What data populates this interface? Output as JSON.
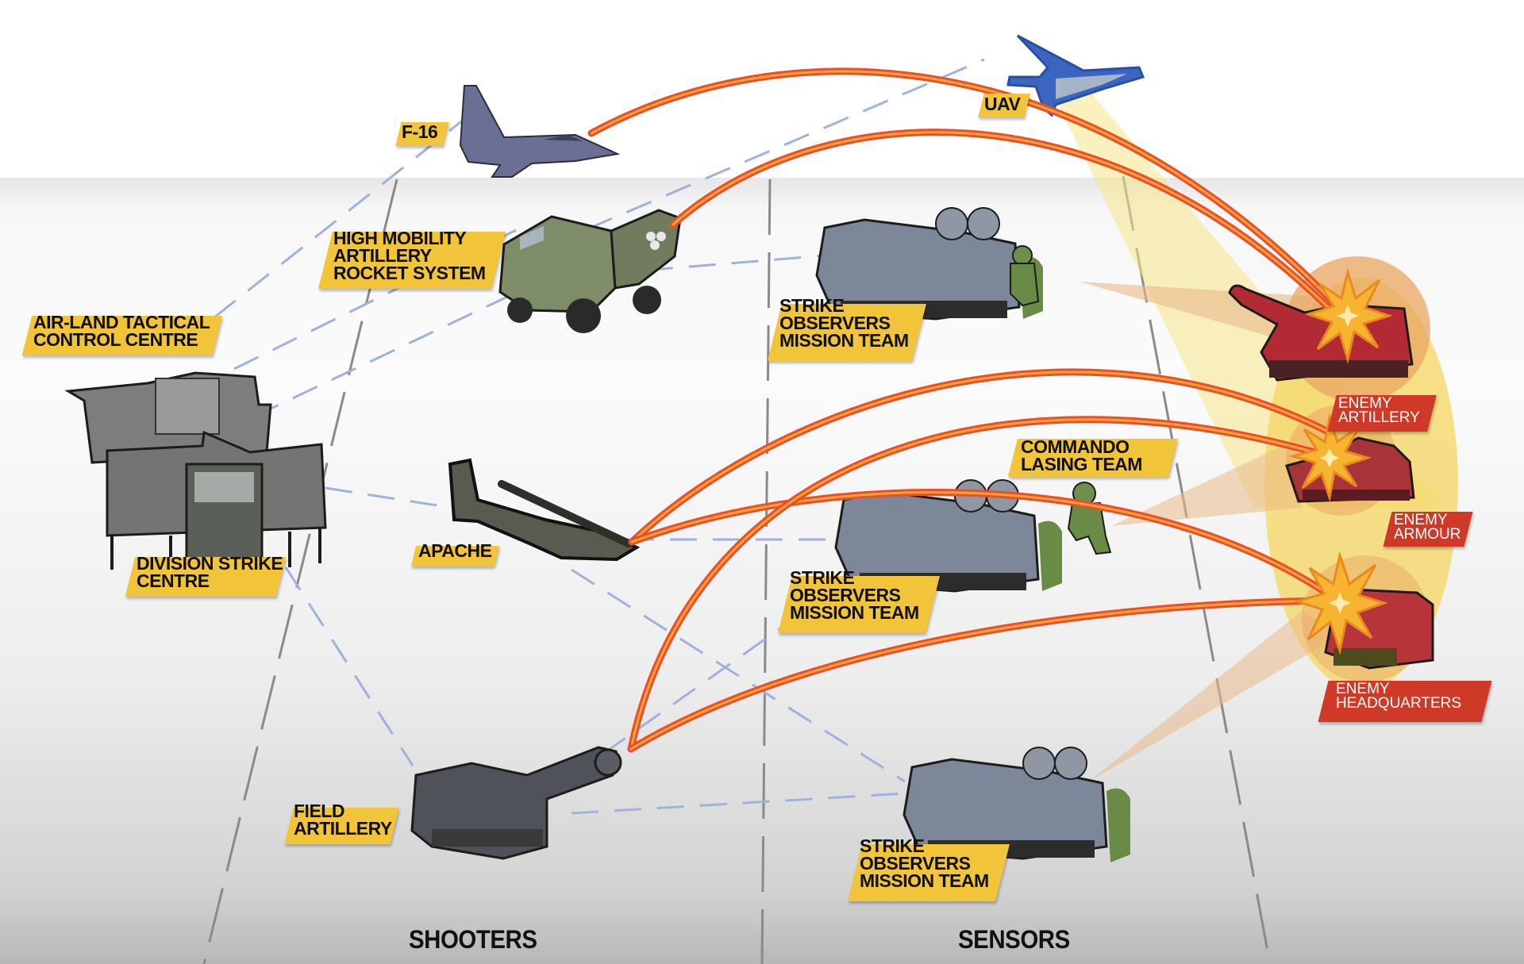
{
  "diagram": {
    "columns": [
      {
        "id": "shooters",
        "label": "SHOOTERS"
      },
      {
        "id": "sensors",
        "label": "SENSORS"
      }
    ],
    "command_nodes": [
      {
        "id": "altcc",
        "label": "AIR-LAND TACTICAL\nCONTROL CENTRE"
      },
      {
        "id": "dsc",
        "label": "DIVISION STRIKE\nCENTRE"
      }
    ],
    "shooters": [
      {
        "id": "f16",
        "label": "F-16"
      },
      {
        "id": "himars",
        "label": "HIGH MOBILITY\nARTILLERY\nROCKET SYSTEM"
      },
      {
        "id": "apache",
        "label": "APACHE"
      },
      {
        "id": "field_artillery",
        "label": "FIELD\nARTILLERY"
      }
    ],
    "sensors": [
      {
        "id": "uav",
        "label": "UAV"
      },
      {
        "id": "somt1",
        "label": "STRIKE\nOBSERVERS\nMISSION TEAM"
      },
      {
        "id": "commando",
        "label": "COMMANDO\nLASING TEAM"
      },
      {
        "id": "somt2",
        "label": "STRIKE\nOBSERVERS\nMISSION TEAM"
      },
      {
        "id": "somt3",
        "label": "STRIKE\nOBSERVERS\nMISSION TEAM"
      }
    ],
    "targets": [
      {
        "id": "enemy_artillery",
        "label": "ENEMY\nARTILLERY"
      },
      {
        "id": "enemy_armour",
        "label": "ENEMY\nARMOUR"
      },
      {
        "id": "enemy_hq",
        "label": "ENEMY\nHEADQUARTERS"
      }
    ],
    "strike_links": [
      {
        "from": "f16",
        "to": "enemy_artillery"
      },
      {
        "from": "himars",
        "to": "enemy_artillery"
      },
      {
        "from": "apache",
        "to": "enemy_armour"
      },
      {
        "from": "apache",
        "to": "enemy_hq"
      },
      {
        "from": "field_artillery",
        "to": "enemy_armour"
      },
      {
        "from": "field_artillery",
        "to": "enemy_hq"
      }
    ],
    "colors": {
      "friendly_label": "#f2c43a",
      "enemy_label": "#cf3a28",
      "strike_arc": "#e8502a",
      "strike_arc_core": "#f5a03a",
      "comm_link": "#9fb2de",
      "sensor_cone": "#f7e58a",
      "target_zone": "#f4d560",
      "observer_cone": "#eab98a"
    }
  }
}
